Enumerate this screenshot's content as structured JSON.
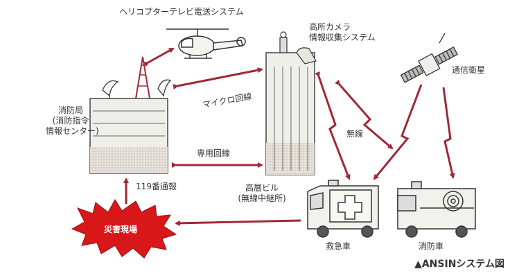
{
  "title": "ヘリコプターテレビ電送システム",
  "labels": {
    "camera_system": [
      "高所カメラ",
      "情報収集システム"
    ],
    "microwave": "マイクロ回線",
    "satellite": "通信衛星",
    "fire_hq": [
      "消防局",
      "(消防指令",
      "情報センター)"
    ],
    "phone_line": "専用回線",
    "emergency_call": "119番通報",
    "high_bldg": [
      "高層ビル",
      "(無線中継所)"
    ],
    "radio": "無線",
    "ambulance": "救急車",
    "fire_engine": "消防車",
    "disaster": "災害現場"
  },
  "caption": "▲ANSINシステム図",
  "colors": {
    "arrow": "#a02838",
    "burst": "#d81818",
    "building_fill": "#eeeeea",
    "building_stroke": "#444444",
    "hatch": "#d8d4cc"
  }
}
